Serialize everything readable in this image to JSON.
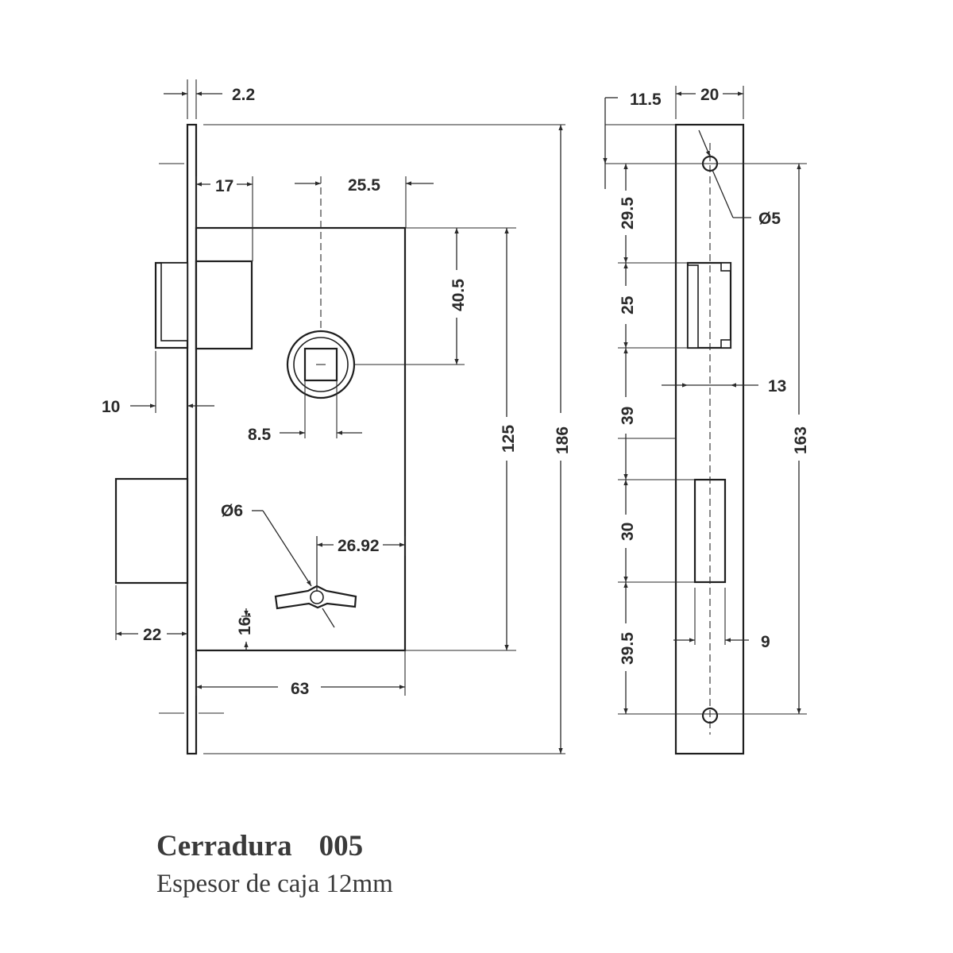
{
  "drawing": {
    "title": "Cerradura",
    "model": "005",
    "subtitle": "Espesor de caja 12mm",
    "front_view": {
      "faceplate_thickness": "2.2",
      "latch_offset": "17",
      "backset": "25.5",
      "spindle_to_top": "40.5",
      "case_height": "125",
      "faceplate_height": "186",
      "latch_projection": "10",
      "spindle_square": "8.5",
      "keyhole_diameter": "Ø6",
      "keyhole_offset": "26.92",
      "keyhole_height": "16.",
      "bolt_projection": "22",
      "case_depth": "63"
    },
    "side_view": {
      "hole_offset_top": "11.5",
      "faceplate_width": "20",
      "screw_hole_diameter": "Ø5",
      "hole_to_latch": "29.5",
      "latch_height": "25",
      "latch_width": "13",
      "latch_to_bolt": "39",
      "bolt_height": "30",
      "bolt_width": "9",
      "bolt_to_hole": "39.5",
      "hole_spacing": "163"
    }
  }
}
